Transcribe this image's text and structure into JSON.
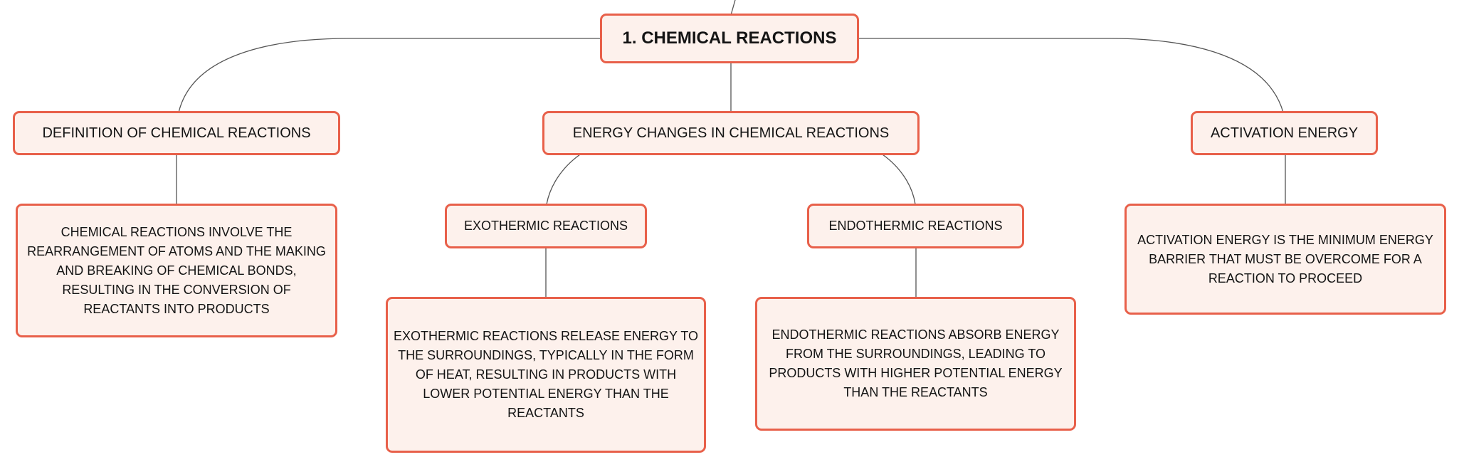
{
  "mind_map": {
    "root": {
      "label": "1. CHEMICAL REACTIONS"
    },
    "definition": {
      "label": "DEFINITION OF CHEMICAL REACTIONS",
      "detail": "CHEMICAL REACTIONS INVOLVE THE REARRANGEMENT OF ATOMS AND THE MAKING AND BREAKING OF CHEMICAL BONDS, RESULTING IN THE CONVERSION OF REACTANTS INTO PRODUCTS"
    },
    "energy_changes": {
      "label": "ENERGY CHANGES IN CHEMICAL REACTIONS",
      "exothermic": {
        "label": "EXOTHERMIC REACTIONS",
        "detail": "EXOTHERMIC REACTIONS RELEASE ENERGY TO THE SURROUNDINGS, TYPICALLY IN THE FORM OF HEAT, RESULTING IN PRODUCTS WITH LOWER POTENTIAL ENERGY THAN THE REACTANTS"
      },
      "endothermic": {
        "label": "ENDOTHERMIC REACTIONS",
        "detail": "ENDOTHERMIC REACTIONS ABSORB ENERGY FROM THE SURROUNDINGS, LEADING TO PRODUCTS WITH HIGHER POTENTIAL ENERGY THAN THE REACTANTS"
      }
    },
    "activation": {
      "label": "ACTIVATION ENERGY",
      "detail": "ACTIVATION ENERGY IS THE MINIMUM ENERGY BARRIER THAT MUST BE OVERCOME FOR A REACTION TO PROCEED"
    }
  },
  "colors": {
    "node_border": "#e8604a",
    "node_fill": "#fdf1ec",
    "connector": "#555555",
    "text": "#141414"
  }
}
